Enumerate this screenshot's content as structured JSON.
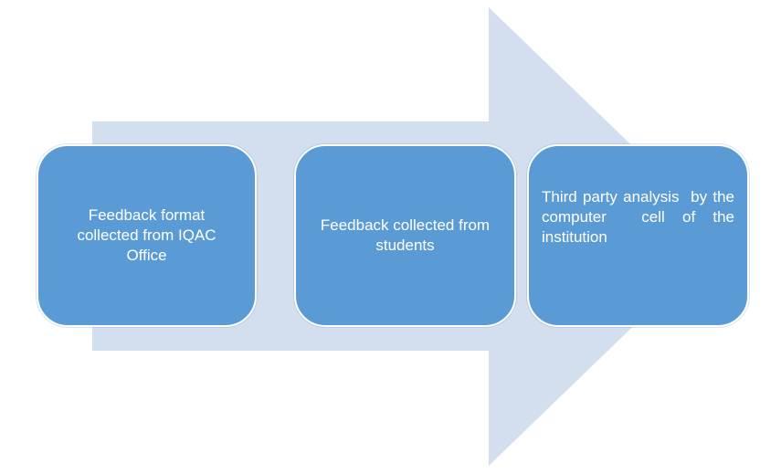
{
  "colors": {
    "arrow_fill": "#d3deef",
    "box_fill": "#5b9bd5",
    "box_border": "#ffffff",
    "box_text": "#ffffff"
  },
  "steps": [
    {
      "text": "Feedback format collected from IQAC Office"
    },
    {
      "text": "Feedback collected from students"
    },
    {
      "text": "Third party analysis  by the computer  cell of the institution"
    }
  ]
}
